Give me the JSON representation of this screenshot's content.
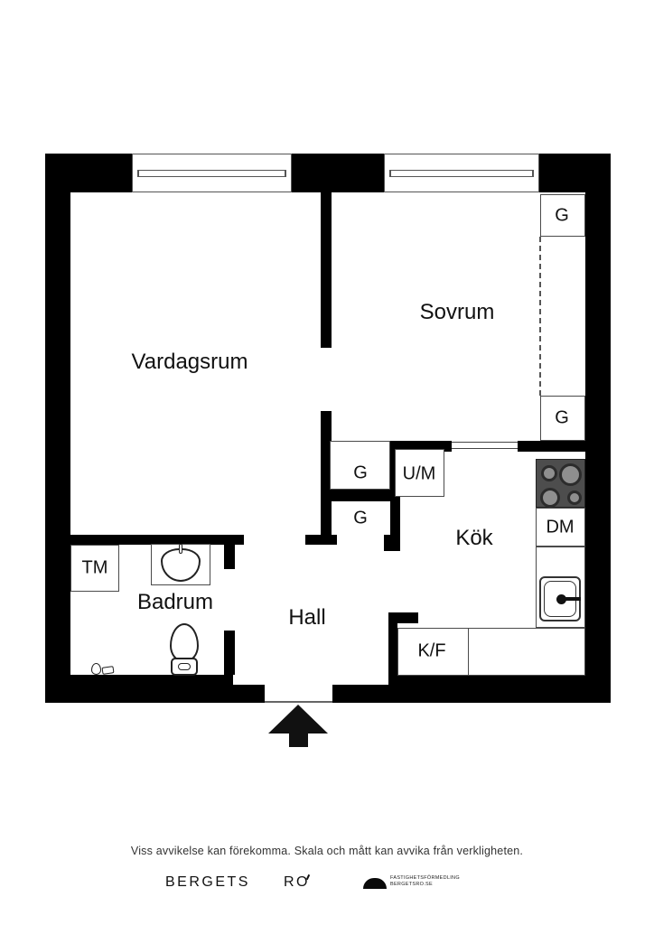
{
  "floorplan": {
    "rooms": {
      "living_room": "Vardagsrum",
      "bedroom": "Sovrum",
      "kitchen": "Kök",
      "bathroom": "Badrum",
      "hall": "Hall"
    },
    "fixtures": {
      "bedroom_wardrobe_top": "G",
      "bedroom_wardrobe_bottom": "G",
      "hall_closet_upper": "G",
      "hall_closet_lower": "G",
      "washer_dryer": "U/M",
      "washing_machine": "TM",
      "dishwasher": "DM",
      "fridge_freezer": "K/F"
    }
  },
  "footer": {
    "disclaimer": "Viss avvikelse kan förekomma. Skala och mått kan avvika från verkligheten.",
    "brand_first": "BERGETS",
    "brand_second": "RO",
    "agency_line1": "FASTIGHETSFÖRMEDLING",
    "agency_line2": "BERGETSRO.SE"
  },
  "colors": {
    "wall": "#000000",
    "fixture_line": "#4a4a4a",
    "stove_body": "#4d4d4d",
    "background": "#ffffff"
  }
}
